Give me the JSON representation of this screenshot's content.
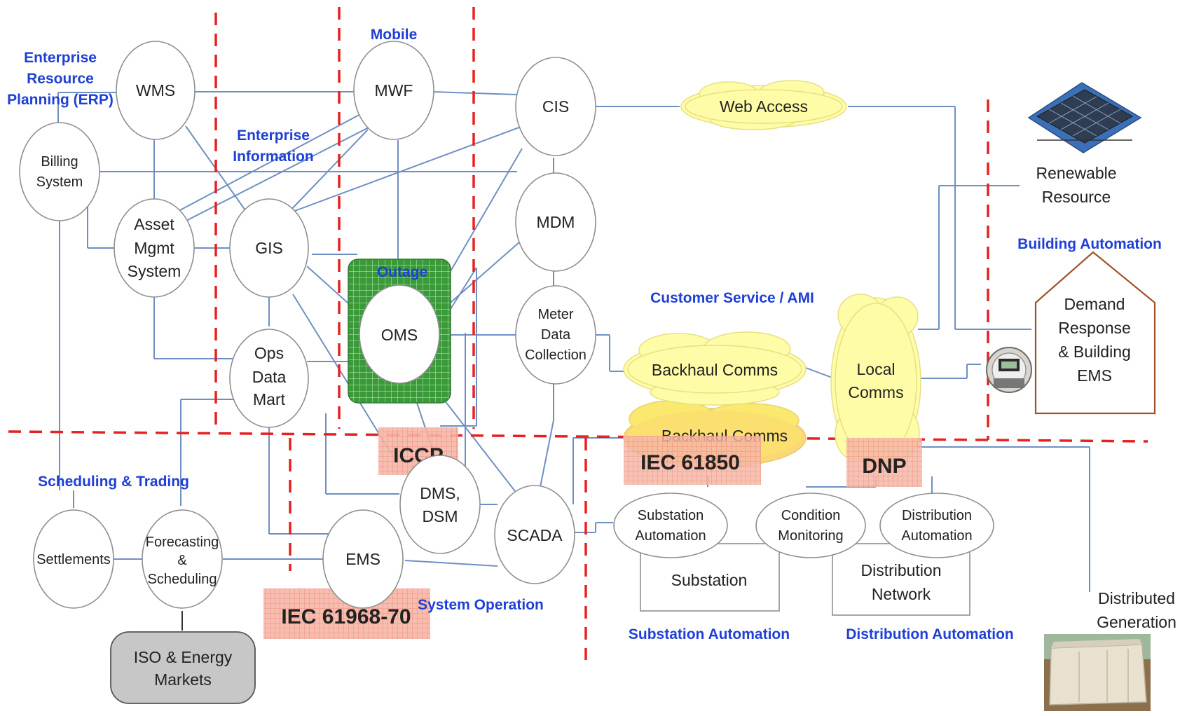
{
  "regions": {
    "erp": [
      "Enterprise",
      "Resource",
      "Planning (ERP)"
    ],
    "mobile": "Mobile",
    "enterprise_info": [
      "Enterprise",
      "Information"
    ],
    "outage": "Outage",
    "customer_service": "Customer Service / AMI",
    "building_automation": "Building Automation",
    "scheduling_trading": "Scheduling & Trading",
    "system_operation": "System Operation",
    "substation_automation": "Substation Automation",
    "distribution_automation": "Distribution Automation"
  },
  "nodes": {
    "wms": "WMS",
    "billing": [
      "Billing",
      "System"
    ],
    "asset": [
      "Asset",
      "Mgmt",
      "System"
    ],
    "gis": "GIS",
    "ops_data_mart": [
      "Ops",
      "Data",
      "Mart"
    ],
    "mwf": "MWF",
    "oms": "OMS",
    "cis": "CIS",
    "mdm": "MDM",
    "meter_data": [
      "Meter",
      "Data",
      "Collection"
    ],
    "settlements": "Settlements",
    "forecasting": [
      "Forecasting",
      "&",
      "Scheduling"
    ],
    "iso_markets": [
      "ISO & Energy",
      "Markets"
    ],
    "ems": "EMS",
    "dms": [
      "DMS,",
      "DSM"
    ],
    "scada": "SCADA",
    "substation_automation": [
      "Substation",
      "Automation"
    ],
    "condition_monitoring": [
      "Condition",
      "Monitoring"
    ],
    "distribution_automation": [
      "Distribution",
      "Automation"
    ],
    "substation": "Substation",
    "distribution_network": [
      "Distribution",
      "Network"
    ],
    "web_access": "Web Access",
    "backhaul_1": "Backhaul Comms",
    "backhaul_2": "Backhaul Comms",
    "local_comms": [
      "Local",
      "Comms"
    ],
    "demand_response": [
      "Demand",
      "Response",
      "& Building",
      "EMS"
    ],
    "renewable": [
      "Renewable",
      "Resource"
    ],
    "distributed_generation": [
      "Distributed",
      "Generation"
    ]
  },
  "standards": {
    "iccp": "ICCP",
    "iec61850": "IEC 61850",
    "dnp": "DNP",
    "iec61968": "IEC 61968-70"
  },
  "colors": {
    "zone_line": "#e52222",
    "region_label": "#1f3fd6",
    "link": "#6f8fc4",
    "cloud_fill": "#fffca8",
    "outage_fill": "#3a9a3a",
    "standard_fill": "#f6b6a6"
  }
}
